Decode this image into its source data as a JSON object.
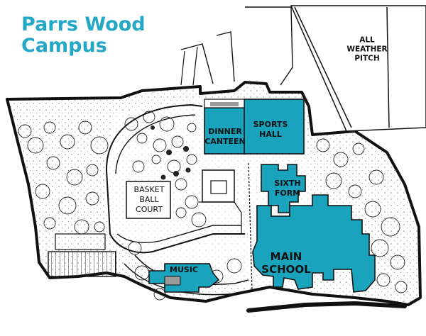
{
  "title": {
    "line1": "Parrs Wood",
    "line2": "Campus"
  },
  "colors": {
    "building": "#1aa3bd",
    "title": "#25a8c6",
    "outline": "#111111",
    "grey": "#9a9a9a"
  },
  "labels": {
    "all_weather_pitch": [
      "ALL",
      "WEATHER",
      "PITCH"
    ],
    "dinner_canteen": [
      "DINNER",
      "CANTEEN"
    ],
    "sports_hall": [
      "SPORTS",
      "HALL"
    ],
    "sixth_form": [
      "SIXTH",
      "FORM"
    ],
    "basketball_court": [
      "BASKET",
      "BALL",
      "COURT"
    ],
    "main_school": [
      "MAIN",
      "SCHOOL"
    ],
    "music": "MUSIC"
  }
}
